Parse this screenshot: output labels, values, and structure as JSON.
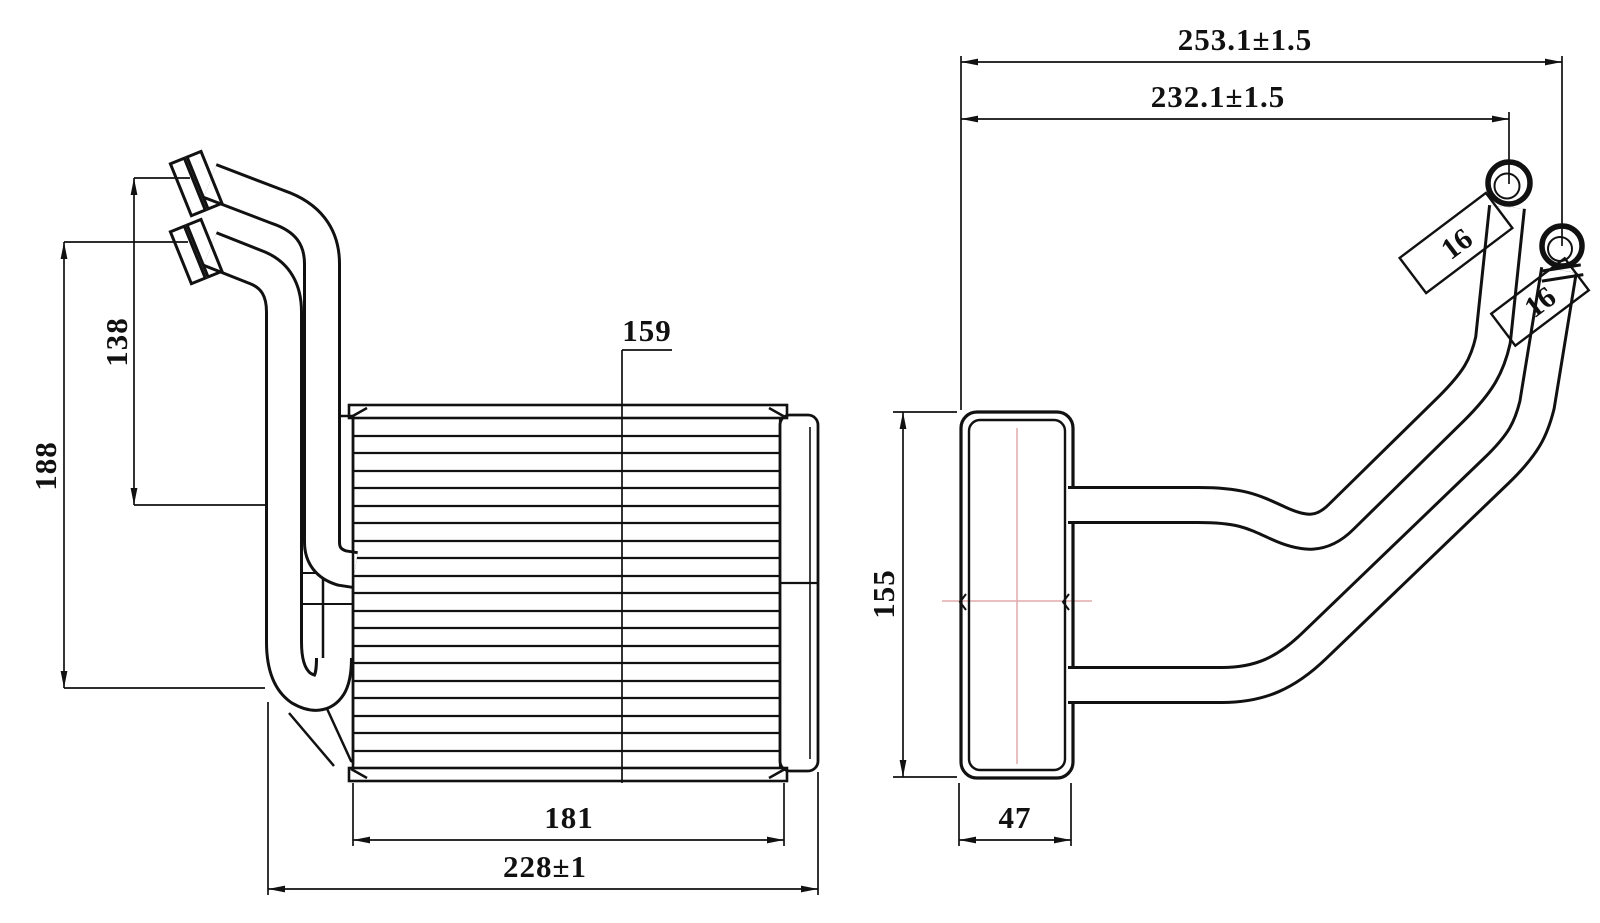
{
  "colors": {
    "ink": "#111111",
    "paper": "#ffffff",
    "centerline_accent": "#e2aaaa"
  },
  "front_view": {
    "dims": {
      "overall_width": "228±1",
      "core_width": "181",
      "upper_pipe_height": "138",
      "lower_pipe_height": "188",
      "center_leader": "159"
    }
  },
  "side_view": {
    "dims": {
      "height": "155",
      "depth": "47",
      "outer_pipe_reach": "253.1±1.5",
      "inner_pipe_reach": "232.1±1.5",
      "upper_pipe_od": "16",
      "lower_pipe_od": "16"
    }
  }
}
